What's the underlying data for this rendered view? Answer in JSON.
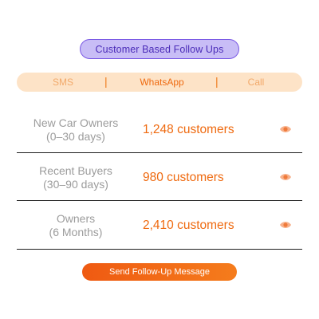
{
  "header": {
    "title": "Customer Based Follow Ups"
  },
  "channels": {
    "items": [
      {
        "label": "SMS",
        "active": false
      },
      {
        "label": "WhatsApp",
        "active": true
      },
      {
        "label": "Call",
        "active": false
      }
    ],
    "separator": "|"
  },
  "segments": [
    {
      "name": "New Car Owners",
      "period": "(0–30 days)",
      "count": "1,248 customers",
      "icon": "eye-icon"
    },
    {
      "name": "Recent Buyers",
      "period": "(30–90 days)",
      "count": "980 customers",
      "icon": "eye-icon"
    },
    {
      "name": "Owners",
      "period": "(6 Months)",
      "count": "2,410 customers",
      "icon": "eye-icon"
    }
  ],
  "actions": {
    "send_label": "Send Follow-Up Message"
  },
  "colors": {
    "accent": "#EF6A10",
    "title_pill_fill": "#C8BDF6",
    "title_pill_border": "#7A59E4",
    "channel_bar": "#FDE3C7",
    "muted_text": "#9C9C9C",
    "eye_icon": "#F7B08A"
  }
}
